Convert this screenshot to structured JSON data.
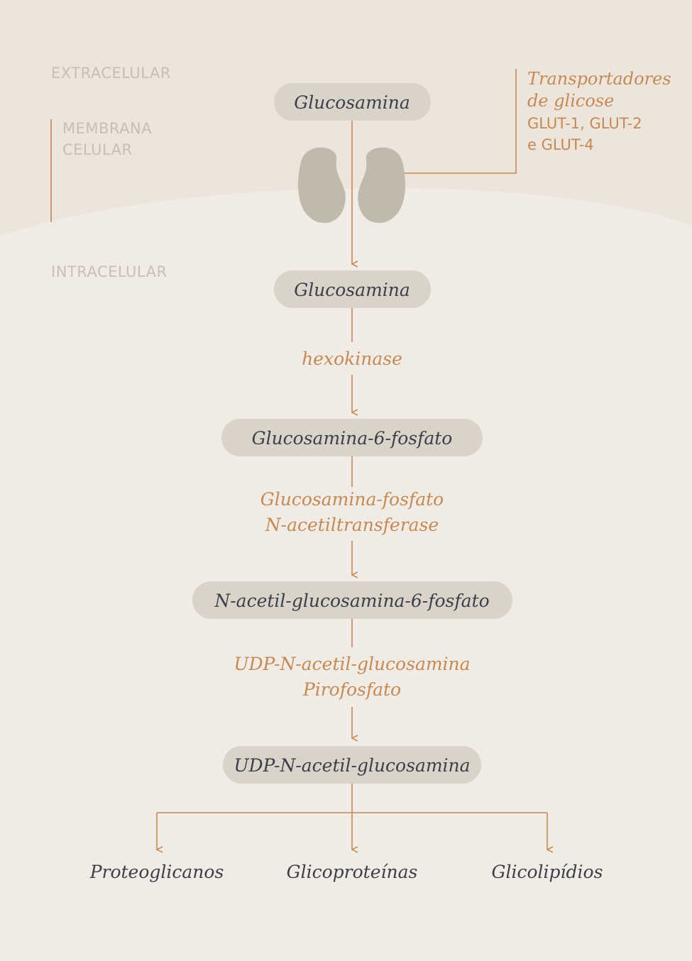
{
  "regions": {
    "extracellular": "EXTRACELULAR",
    "membrane": [
      "MEMBRANA",
      "CELULAR"
    ],
    "intracellular": "INTRACELULAR"
  },
  "transporters": {
    "title": [
      "Transportadores",
      "de glicose"
    ],
    "names": [
      "GLUT-1, GLUT-2",
      "e GLUT-4"
    ]
  },
  "nodes": {
    "glucosamine_outside": "Glucosamina",
    "glucosamine_inside": "Glucosamina",
    "glucosamine_6_phosphate": "Glucosamina-6-fosfato",
    "n_acetyl_glucosamine_6_phosphate": "N-acetil-glucosamina-6-fosfato",
    "udp_n_acetyl_glucosamine": "UDP-N-acetil-glucosamina"
  },
  "enzymes": {
    "hexokinase": "hexokinase",
    "gnpnat": [
      "Glucosamina-fosfato",
      "N-acetiltransferase"
    ],
    "udp_pyrophosphorylase": [
      "UDP-N-acetil-glucosamina",
      "Pirofosfato"
    ]
  },
  "outputs": [
    "Proteoglicanos",
    "Glicoproteínas",
    "Glicolipídios"
  ],
  "colors": {
    "background_intracellular": "#F1EBE6",
    "background_extracellular": "#EDE4DC",
    "pill": "#D9D3CA",
    "transporter": "#C1B9AC",
    "accent": "#C48A55",
    "region_label": "#C7BFB7",
    "node_text": "#3C3F47"
  }
}
